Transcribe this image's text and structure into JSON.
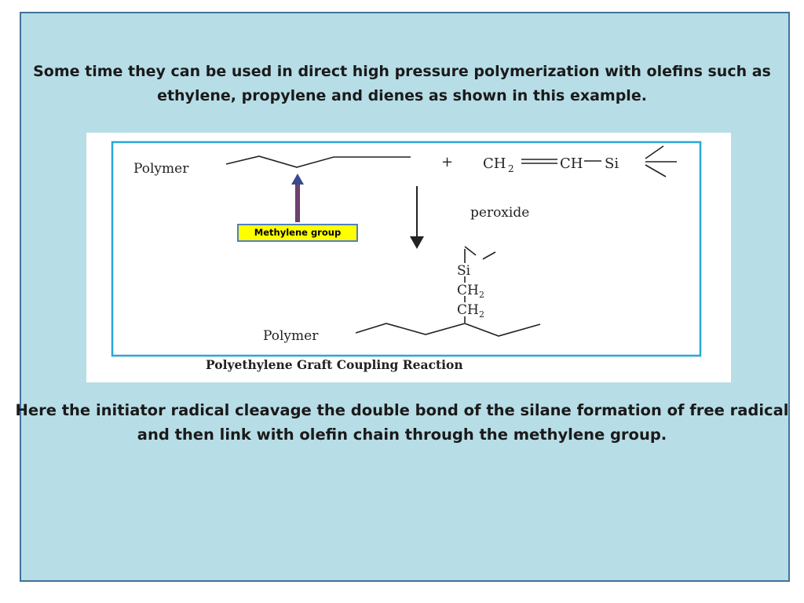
{
  "slide": {
    "intro_text": "Some time they can be used in direct high pressure polymerization with olefins such as ethylene, propylene and dienes as shown in this example.",
    "explanation_text": "Here the initiator radical cleavage the double bond of the silane formation of free radical and then link with olefin chain through the methylene group."
  },
  "figure": {
    "polymer_label_top": "Polymer",
    "plus_sign": "+",
    "ch2_label": "CH",
    "ch2_subscript": "2",
    "ch_label": "CH",
    "si_label_top": "Si",
    "reagent_label": "peroxide",
    "si_label_product": "Si",
    "ch2_product_1": "CH",
    "ch2_product_1_sub": "2",
    "ch2_product_2": "CH",
    "ch2_product_2_sub": "2",
    "polymer_label_bottom": "Polymer",
    "caption": "Polyethylene Graft Coupling Reaction",
    "callout_label": "Methylene group"
  }
}
